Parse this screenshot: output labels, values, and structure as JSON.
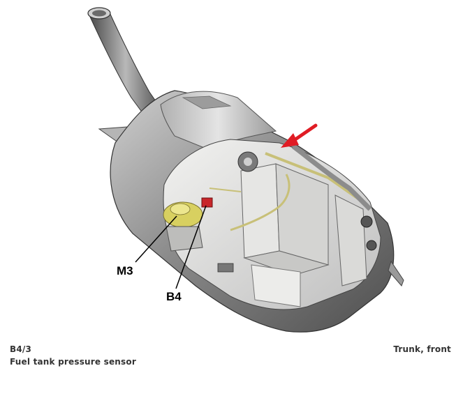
{
  "callouts": {
    "m3": "M3",
    "b4": "B4"
  },
  "caption": {
    "component_code": "B4/3",
    "component_name": "Fuel tank pressure sensor",
    "location": "Trunk, front"
  },
  "colors": {
    "highlight": "#e01c24",
    "pump_yellow": "#d8d060",
    "tank_dark": "#6e6e6e",
    "tank_light": "#c9c9c9"
  }
}
